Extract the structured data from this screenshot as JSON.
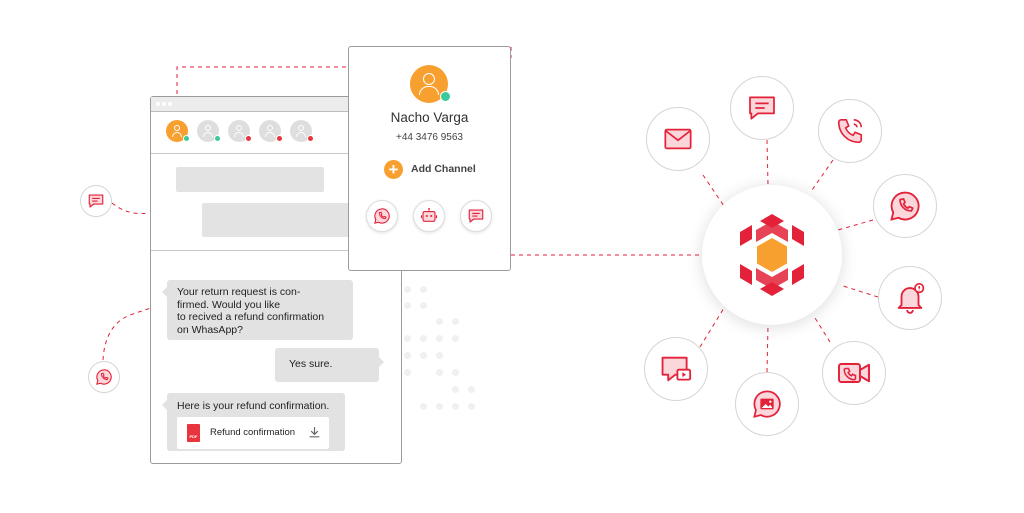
{
  "colors": {
    "accent": "#f7a030",
    "brand_red": "#e3223a",
    "icon_fill": "#fbd6db",
    "online": "#3cc99a",
    "busy": "#e8343d",
    "window_border": "#9b9b9b",
    "bubble_bg": "#e2e2e2"
  },
  "chat_window": {
    "avatars": [
      {
        "icon": "user-avatar-active",
        "status": "online"
      },
      {
        "icon": "user-avatar",
        "status": "online"
      },
      {
        "icon": "user-avatar",
        "status": "busy"
      },
      {
        "icon": "user-avatar",
        "status": "busy"
      },
      {
        "icon": "user-avatar",
        "status": "busy"
      }
    ],
    "messages": {
      "incoming_1": {
        "line1": "Your return request is con-",
        "line2": "firmed. Would you like",
        "line3": "to recived a refund confirmation",
        "line4": "on WhasApp?"
      },
      "outgoing_1": "Yes sure.",
      "incoming_2": "Here is your refund confirmation.",
      "attachment": {
        "file_label": "Refund confirmation",
        "file_type_icon": "pdf-icon",
        "action_icon": "download-icon"
      }
    }
  },
  "contact_card": {
    "name": "Nacho Varga",
    "phone": "+44 3476 9563",
    "add_channel_label": "Add Channel",
    "status": "online",
    "channels": [
      "whatsapp-icon",
      "chatbot-icon",
      "sms-icon"
    ]
  },
  "side_icons": [
    "chat-message-icon",
    "whatsapp-icon"
  ],
  "hub": {
    "logo": "brand-hexagon-logo",
    "channels": [
      "email-icon",
      "sms-icon",
      "voice-call-icon",
      "whatsapp-icon",
      "notification-bell-icon",
      "video-call-icon",
      "image-message-icon",
      "video-message-icon"
    ]
  }
}
